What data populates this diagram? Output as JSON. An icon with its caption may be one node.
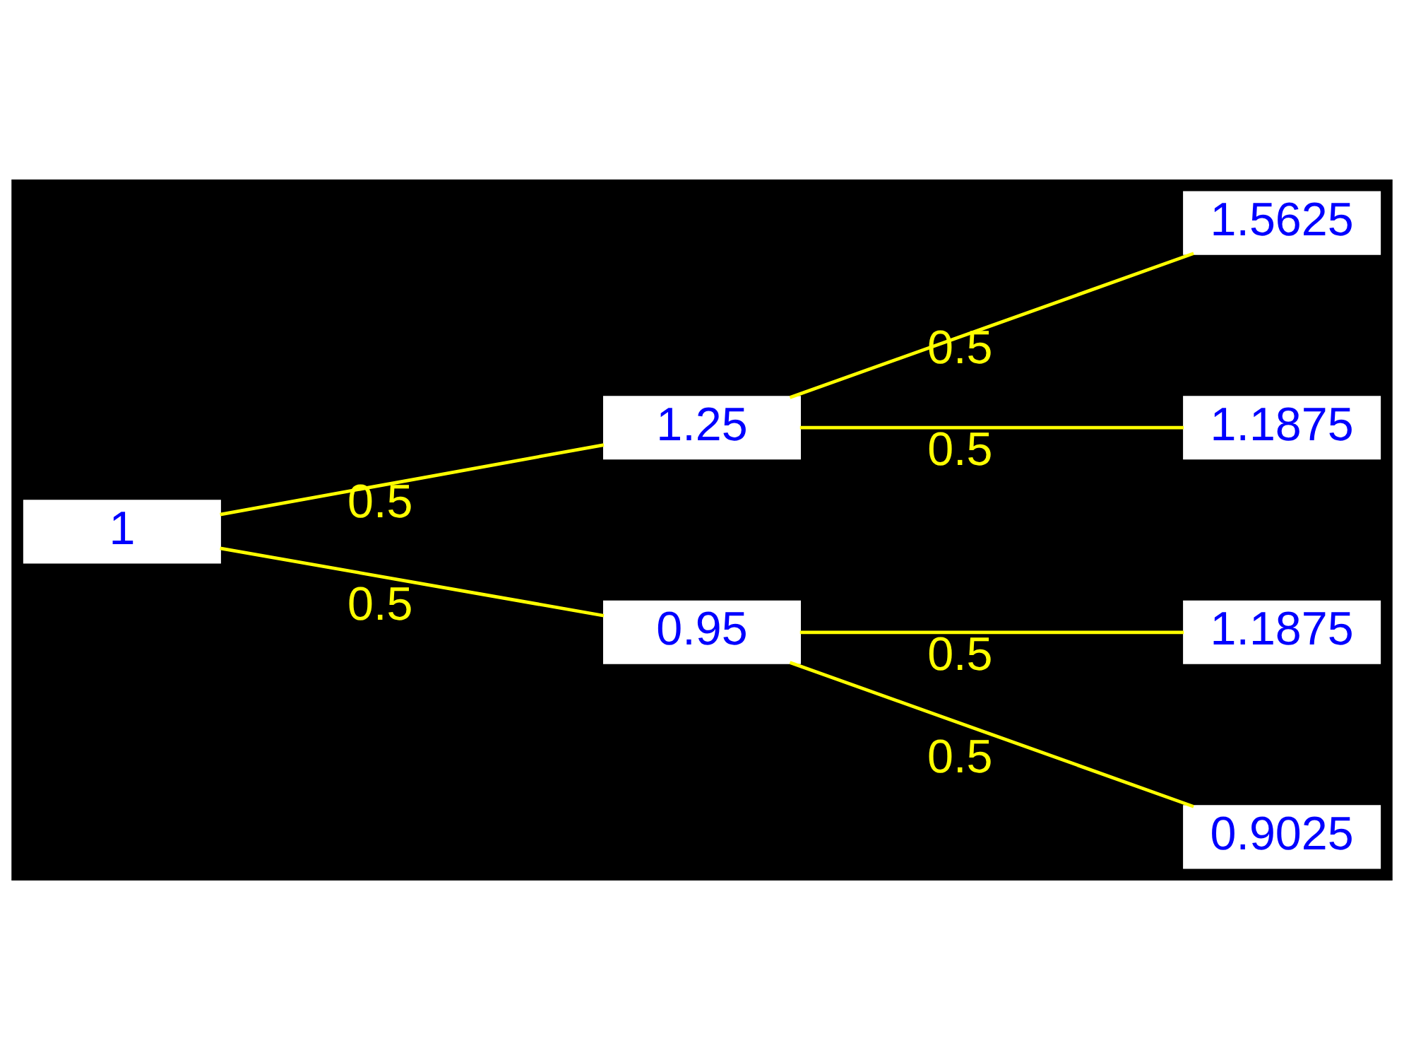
{
  "diagram": {
    "nodes": [
      {
        "text": [
          "1"
        ]
      },
      {
        "text": [
          "1.25"
        ]
      },
      {
        "text": [
          "0.95"
        ]
      },
      {
        "text": [
          "1.5625"
        ]
      },
      {
        "text": [
          "1.1875"
        ]
      },
      {
        "text": [
          "1.1875"
        ]
      },
      {
        "text": [
          "0.9025"
        ]
      }
    ],
    "edges": [
      {
        "from": 0,
        "to": 1,
        "arrow": "none",
        "label": "0.5"
      },
      {
        "from": 0,
        "to": 2,
        "arrow": "none",
        "label": "0.5"
      },
      {
        "from": 1,
        "to": 3,
        "arrow": "none",
        "label": "0.5"
      },
      {
        "from": 1,
        "to": 4,
        "arrow": "none",
        "label": "0.5"
      },
      {
        "from": 2,
        "to": 5,
        "arrow": "none",
        "label": "0.5"
      },
      {
        "from": 2,
        "to": 6,
        "arrow": "none",
        "label": "0.5"
      }
    ]
  }
}
